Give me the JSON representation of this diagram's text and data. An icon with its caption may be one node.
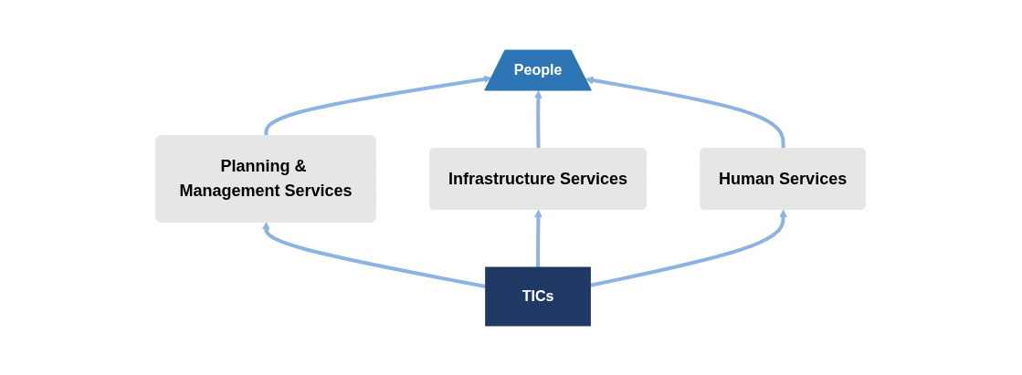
{
  "diagram": {
    "nodes": [
      {
        "text": [
          "People"
        ]
      },
      {
        "text": [
          "Planning & Management Services"
        ]
      },
      {
        "text": [
          "Infrastructure Services"
        ]
      },
      {
        "text": [
          "Human Services"
        ]
      },
      {
        "text": [
          "TICs"
        ]
      }
    ],
    "edges": [
      {
        "from": 4,
        "to": 1,
        "arrow": "to"
      },
      {
        "from": 4,
        "to": 2,
        "arrow": "to"
      },
      {
        "from": 4,
        "to": 3,
        "arrow": "to"
      },
      {
        "from": 1,
        "to": 0,
        "arrow": "to"
      },
      {
        "from": 2,
        "to": 0,
        "arrow": "to"
      },
      {
        "from": 3,
        "to": 0,
        "arrow": "to"
      }
    ]
  }
}
